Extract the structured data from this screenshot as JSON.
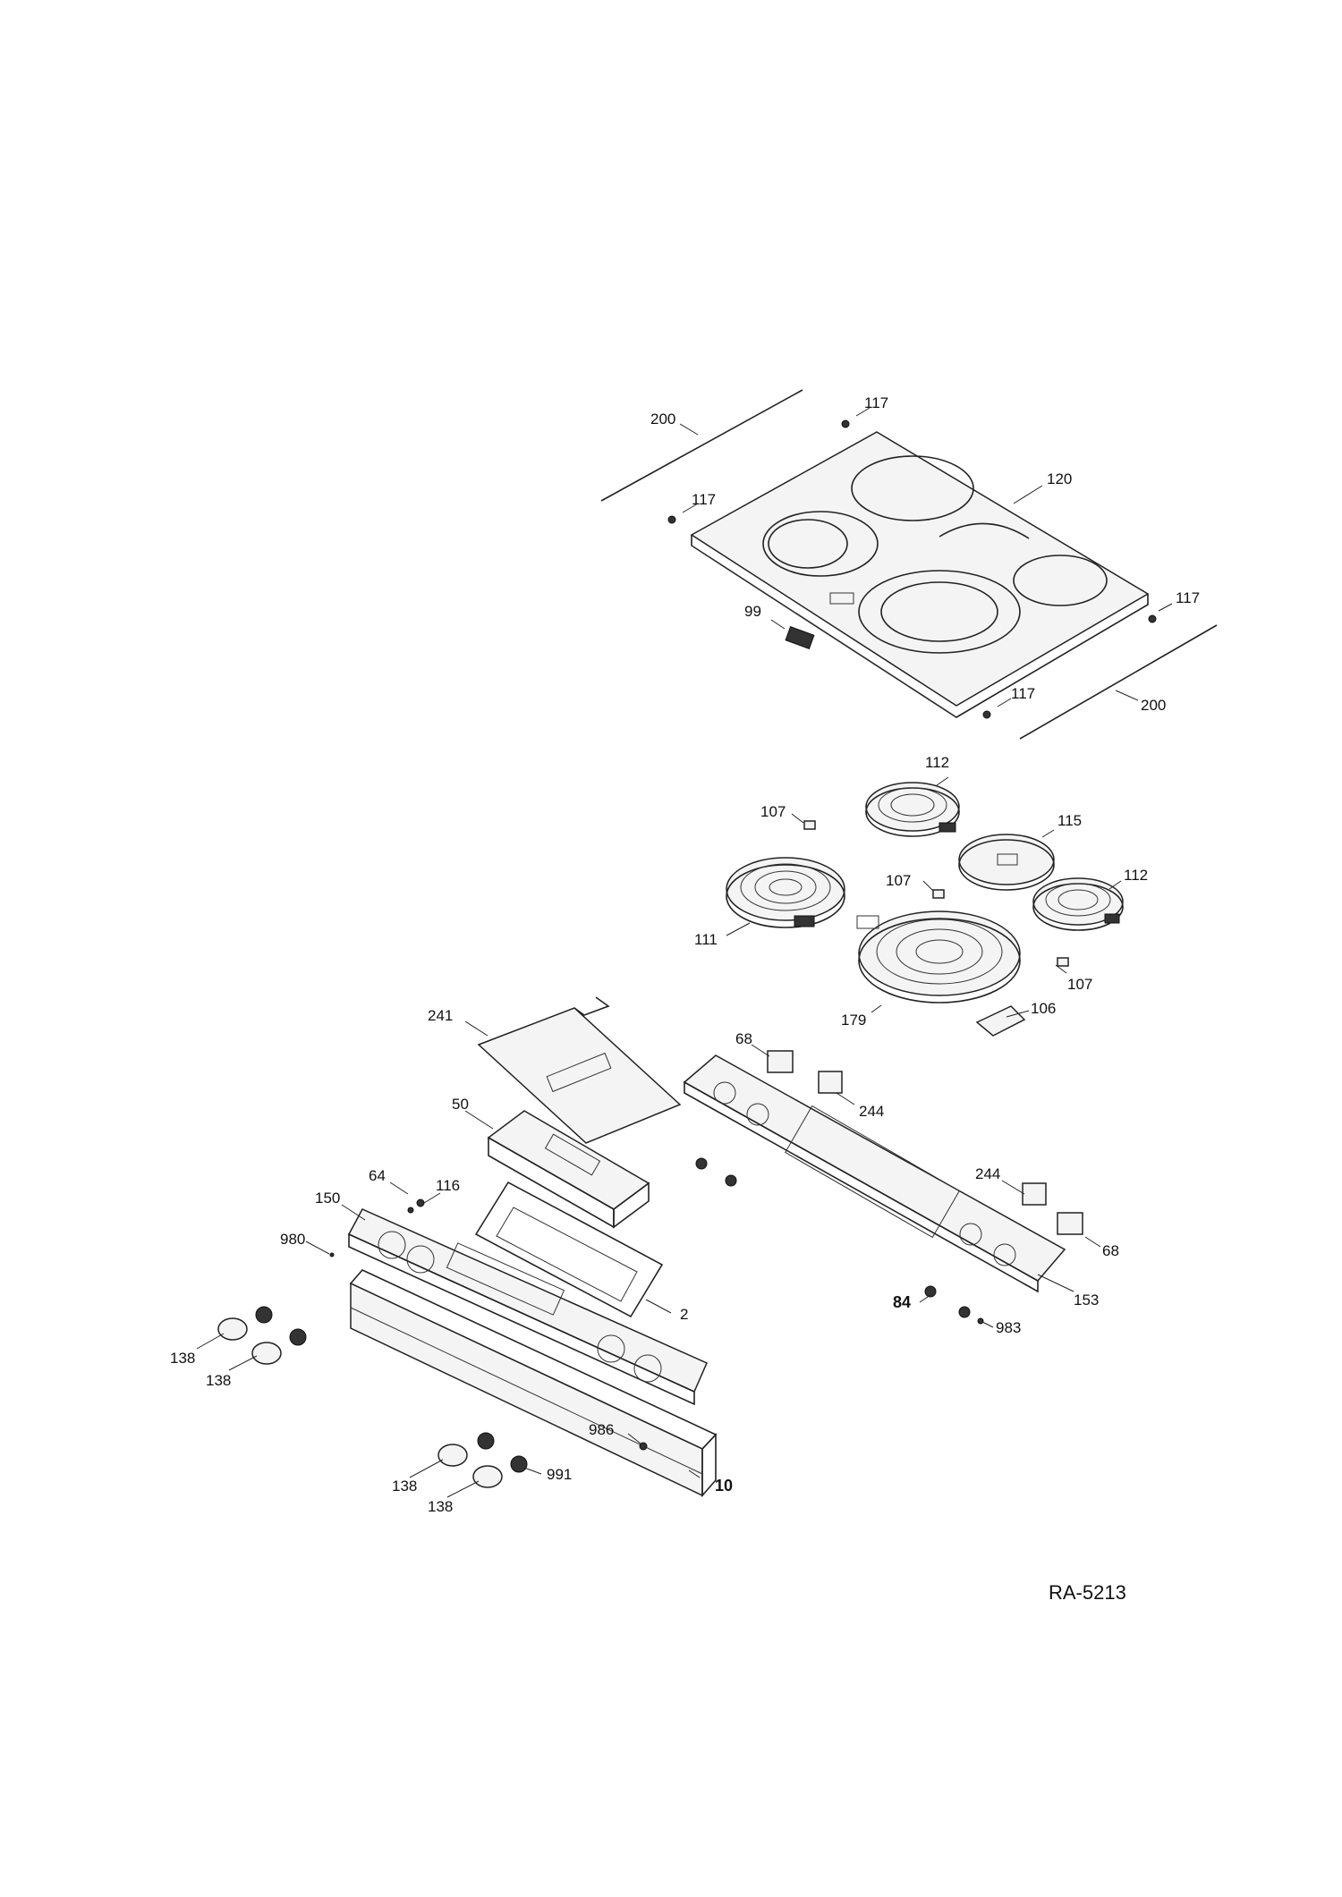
{
  "diagram": {
    "reference_code": "RA-5213",
    "callouts": [
      {
        "id": "200-top",
        "label": "200"
      },
      {
        "id": "117-a",
        "label": "117"
      },
      {
        "id": "117-b",
        "label": "117"
      },
      {
        "id": "120",
        "label": "120"
      },
      {
        "id": "117-c",
        "label": "117"
      },
      {
        "id": "99",
        "label": "99"
      },
      {
        "id": "117-d",
        "label": "117"
      },
      {
        "id": "200-bottom",
        "label": "200"
      },
      {
        "id": "112-a",
        "label": "112"
      },
      {
        "id": "107-a",
        "label": "107"
      },
      {
        "id": "115",
        "label": "115"
      },
      {
        "id": "107-b",
        "label": "107"
      },
      {
        "id": "112-b",
        "label": "112"
      },
      {
        "id": "111",
        "label": "111"
      },
      {
        "id": "107-c",
        "label": "107"
      },
      {
        "id": "106",
        "label": "106"
      },
      {
        "id": "179",
        "label": "179"
      },
      {
        "id": "241",
        "label": "241"
      },
      {
        "id": "68-a",
        "label": "68"
      },
      {
        "id": "244-a",
        "label": "244"
      },
      {
        "id": "50",
        "label": "50"
      },
      {
        "id": "244-b",
        "label": "244"
      },
      {
        "id": "64",
        "label": "64"
      },
      {
        "id": "116",
        "label": "116"
      },
      {
        "id": "150",
        "label": "150"
      },
      {
        "id": "68-b",
        "label": "68"
      },
      {
        "id": "980",
        "label": "980"
      },
      {
        "id": "153",
        "label": "153"
      },
      {
        "id": "2",
        "label": "2"
      },
      {
        "id": "84",
        "label": "84"
      },
      {
        "id": "983",
        "label": "983"
      },
      {
        "id": "138-a",
        "label": "138"
      },
      {
        "id": "138-b",
        "label": "138"
      },
      {
        "id": "986",
        "label": "986"
      },
      {
        "id": "138-c",
        "label": "138"
      },
      {
        "id": "991",
        "label": "991"
      },
      {
        "id": "10",
        "label": "10"
      },
      {
        "id": "138-d",
        "label": "138"
      }
    ]
  }
}
